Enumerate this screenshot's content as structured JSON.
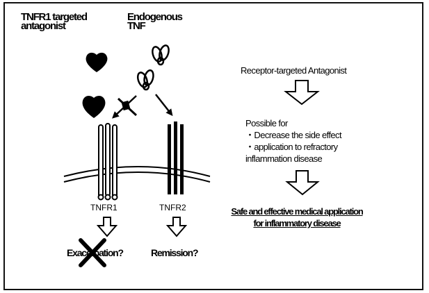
{
  "left": {
    "antagonist_label": [
      "TNFR1 targeted",
      "antagonist"
    ],
    "tnf_label": [
      "Endogenous",
      "TNF"
    ],
    "receptor1_label": "TNFR1",
    "receptor2_label": "TNFR2",
    "outcome1": "Exacerbation?",
    "outcome2": "Remission?"
  },
  "right": {
    "heading": "Receptor-targeted Antagonist",
    "possible_for": "Possible for",
    "bullets": [
      "・Decrease the side effect",
      "・application to refractory"
    ],
    "bullet_continuation": "inflammation disease",
    "conclusion": [
      "Safe and effective medical application",
      "for inflammatory disease"
    ]
  },
  "colors": {
    "ink": "#000000",
    "background": "#ffffff"
  }
}
